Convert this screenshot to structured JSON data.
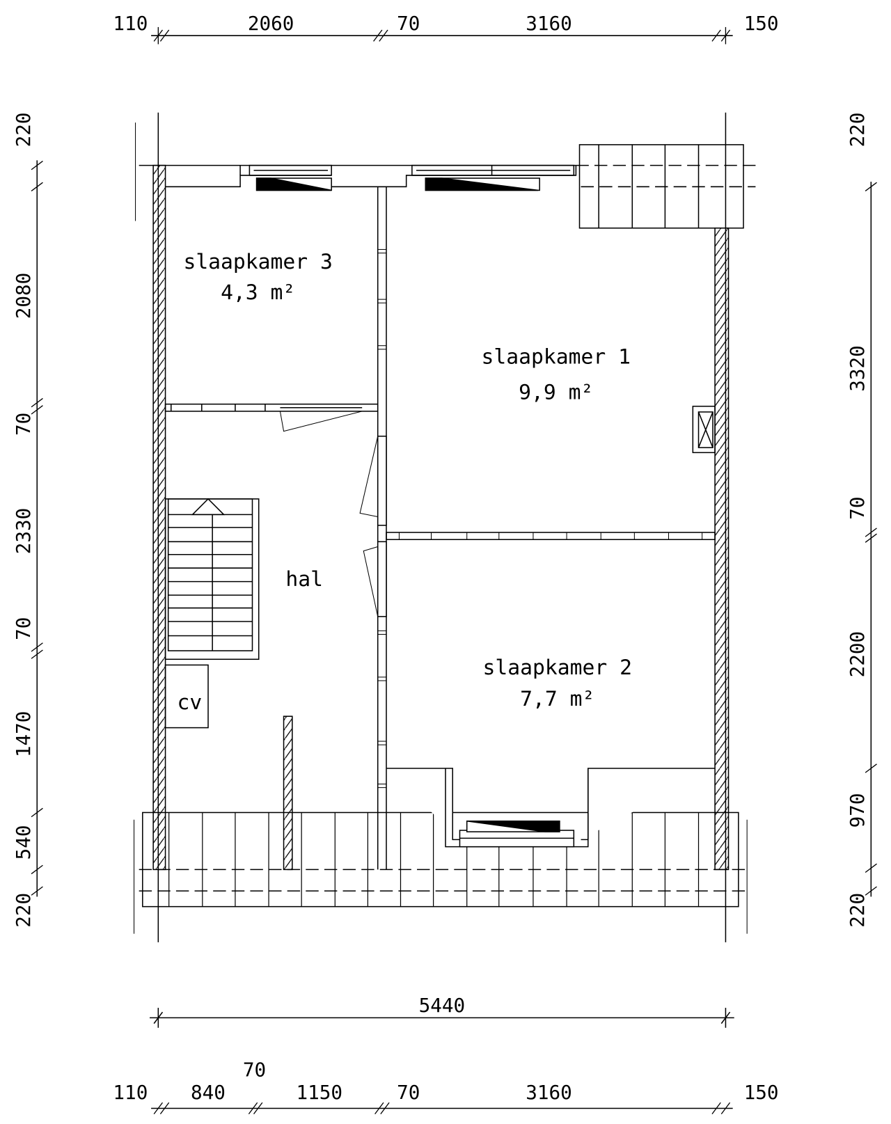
{
  "rooms": [
    {
      "name": "slaapkamer 3",
      "area": "4,3 m²"
    },
    {
      "name": "slaapkamer 1",
      "area": "9,9 m²"
    },
    {
      "name": "slaapkamer 2",
      "area": "7,7 m²"
    },
    {
      "name": "hal"
    },
    {
      "name": "cv"
    }
  ],
  "dimensions": {
    "top": [
      "110",
      "2060",
      "70",
      "3160",
      "150"
    ],
    "bottom": [
      "110",
      "840",
      "70",
      "1150",
      "70",
      "3160",
      "150"
    ],
    "overall_width": "5440",
    "left": [
      "220",
      "2080",
      "70",
      "2330",
      "70",
      "1470",
      "540",
      "220"
    ],
    "right": [
      "220",
      "3320",
      "70",
      "2200",
      "970",
      "220"
    ]
  },
  "colors": {
    "line": "#000000",
    "background": "#ffffff"
  }
}
